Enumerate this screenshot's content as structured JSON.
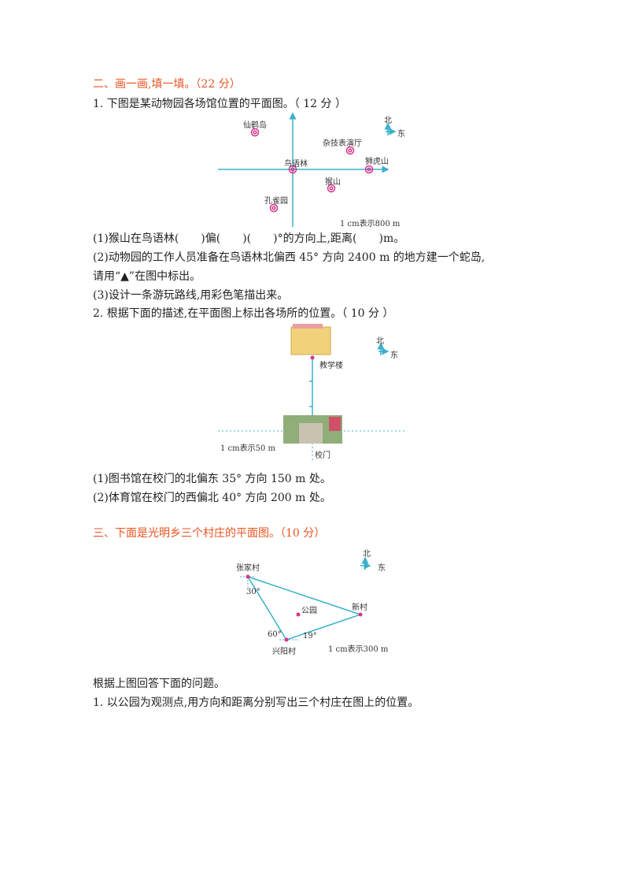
{
  "section2": {
    "heading": "二、画一画,填一填。（22 分）",
    "q1": {
      "title": "1. 下图是某动物园各场馆位置的平面图。（ 12 分 ）",
      "labels": {
        "xianhe": "仙鹤岛",
        "zaji": "杂技表演厅",
        "niaoyu": "鸟语林",
        "shihu": "狮虎山",
        "houshan": "猴山",
        "kongque": "孔雀园",
        "north": "北",
        "east": "东",
        "scale": "1 cm表示800 m"
      },
      "items": [
        "(1)猴山在鸟语林(　　)偏(　　)(　　)°的方向上,距离(　　)m。",
        "(2)动物园的工作人员准备在鸟语林北偏西 45° 方向 2400 m 的地方建一个蛇岛,",
        "请用“▲”在图中标出。",
        "(3)设计一条游玩路线,用彩色笔描出来。"
      ]
    },
    "q2": {
      "title": "2. 根据下面的描述,在平面图上标出各场所的位置。（ 10 分 ）",
      "labels": {
        "jiaoxue": "教学楼",
        "xiaomen": "校门",
        "north": "北",
        "east": "东",
        "scale": "1 cm表示50 m"
      },
      "items": [
        "(1)图书馆在校门的北偏东 35° 方向 150 m 处。",
        "(2)体育馆在校门的西偏北 40° 方向 200 m 处。"
      ]
    }
  },
  "section3": {
    "heading": "三、下面是光明乡三个村庄的平面图。（10 分）",
    "labels": {
      "zhangjia": "张家村",
      "xincun": "新村",
      "gongyuan": "公园",
      "xingyang": "兴阳村",
      "a30": "30°",
      "a60": "60°",
      "a19": "19°",
      "north": "北",
      "east": "东",
      "scale": "1 cm表示300 m"
    },
    "intro": "根据上图回答下面的问题。",
    "q1": "1. 以公园为观测点,用方向和距离分别写出三个村庄在图上的位置。"
  },
  "colors": {
    "accent": "#e8531f",
    "line": "#3ab0cc",
    "marker": "#d9338a"
  }
}
